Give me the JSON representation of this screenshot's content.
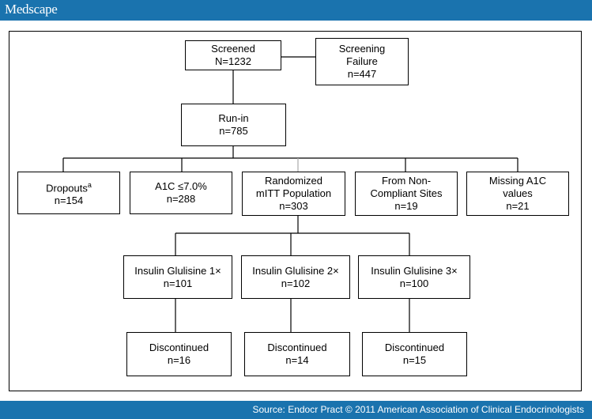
{
  "header": {
    "logo": "Medscape"
  },
  "footer": {
    "source": "Source: Endocr Pract © 2011 American Association of Clinical Endocrinologists"
  },
  "diagram": {
    "screened": {
      "line1": "Screened",
      "line2": "N=1232"
    },
    "screening_failure": {
      "line1": "Screening",
      "line2": "Failure",
      "line3": "n=447"
    },
    "run_in": {
      "line1": "Run-in",
      "line2": "n=785"
    },
    "dropouts": {
      "line1": "Dropouts",
      "sup": "a",
      "line2": "n=154"
    },
    "a1c": {
      "line1": "A1C ≤7.0%",
      "line2": "n=288"
    },
    "randomized": {
      "line1": "Randomized",
      "line2": "mITT Population",
      "line3": "n=303"
    },
    "noncompliant": {
      "line1": "From Non-",
      "line2": "Compliant Sites",
      "line3": "n=19"
    },
    "missing": {
      "line1": "Missing A1C",
      "line2": "values",
      "line3": "n=21"
    },
    "arm1": {
      "line1": "Insulin Glulisine 1×",
      "line2": "n=101"
    },
    "arm2": {
      "line1": "Insulin Glulisine 2×",
      "line2": "n=102"
    },
    "arm3": {
      "line1": "Insulin Glulisine 3×",
      "line2": "n=100"
    },
    "disc1": {
      "line1": "Discontinued",
      "line2": "n=16"
    },
    "disc2": {
      "line1": "Discontinued",
      "line2": "n=14"
    },
    "disc3": {
      "line1": "Discontinued",
      "line2": "n=15"
    }
  },
  "colors": {
    "bar": "#1a73ae",
    "line": "#000000",
    "gray_line": "#aaaaaa"
  }
}
